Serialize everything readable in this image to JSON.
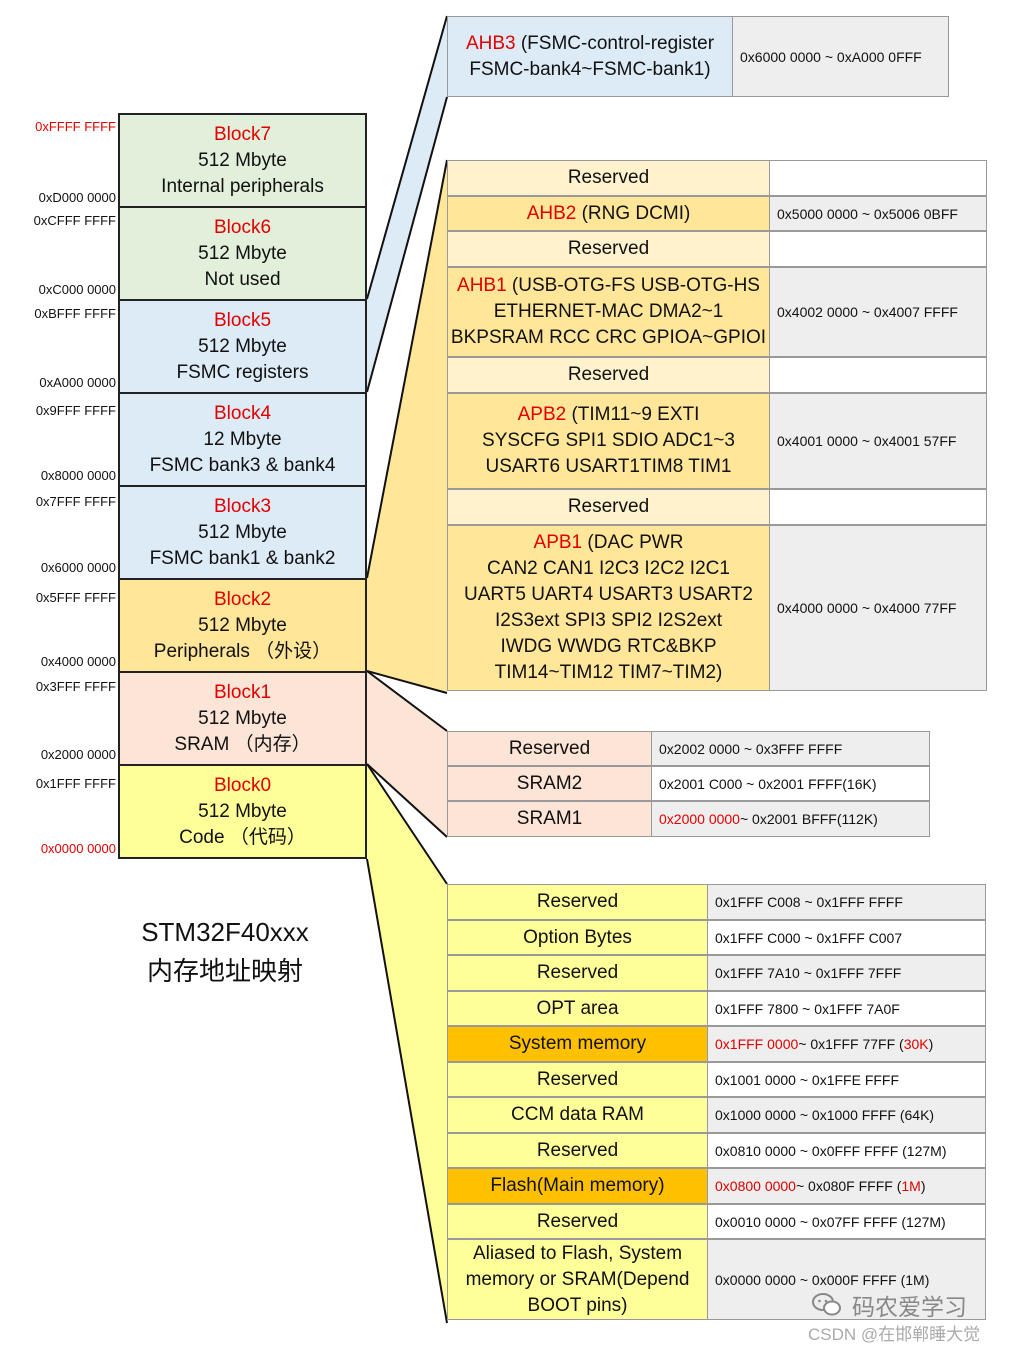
{
  "title": {
    "line1": "STM32F40xxx",
    "line2": "内存地址映射"
  },
  "blocks": [
    {
      "name": "Block7",
      "size": "512 Mbyte",
      "desc": "Internal peripherals",
      "color": "#e2efda"
    },
    {
      "name": "Block6",
      "size": "512 Mbyte",
      "desc": "Not used",
      "color": "#e2efda"
    },
    {
      "name": "Block5",
      "size": "512 Mbyte",
      "desc": "FSMC registers",
      "color": "#ddebf7"
    },
    {
      "name": "Block4",
      "size": "12 Mbyte",
      "desc": "FSMC bank3 & bank4",
      "color": "#ddebf7"
    },
    {
      "name": "Block3",
      "size": "512 Mbyte",
      "desc": "FSMC bank1 & bank2",
      "color": "#ddebf7"
    },
    {
      "name": "Block2",
      "size": "512 Mbyte",
      "desc": "Peripherals （外设）",
      "color": "#ffe699"
    },
    {
      "name": "Block1",
      "size": "512 Mbyte",
      "desc": "SRAM （内存）",
      "color": "#fce4d6"
    },
    {
      "name": "Block0",
      "size": "512 Mbyte",
      "desc": "Code （代码）",
      "color": "#ffff99"
    }
  ],
  "boundaries": [
    {
      "end": "0xFFFF FFFF",
      "end_red": true,
      "start": "0xD000 0000",
      "start_red": false
    },
    {
      "end": "0xCFFF FFFF",
      "end_red": false,
      "start": "0xC000 0000",
      "start_red": false
    },
    {
      "end": "0xBFFF FFFF",
      "end_red": false,
      "start": "0xA000 0000",
      "start_red": false
    },
    {
      "end": "0x9FFF FFFF",
      "end_red": false,
      "start": "0x8000 0000",
      "start_red": false
    },
    {
      "end": "0x7FFF FFFF",
      "end_red": false,
      "start": "0x6000 0000",
      "start_red": false
    },
    {
      "end": "0x5FFF FFFF",
      "end_red": false,
      "start": "0x4000 0000",
      "start_red": false
    },
    {
      "end": "0x3FFF FFFF",
      "end_red": false,
      "start": "0x2000 0000",
      "start_red": false
    },
    {
      "end": "0x1FFF FFFF",
      "end_red": false,
      "start": "0x0000 0000",
      "start_red": true
    }
  ],
  "ahb3": {
    "bus": "AHB3",
    "line1": " (FSMC-control-register",
    "line2": "FSMC-bank4~FSMC-bank1)",
    "address": "0x6000 0000 ~ 0xA000 0FFF"
  },
  "peripherals": [
    {
      "label": "Reserved",
      "address": ""
    },
    {
      "bus": "AHB2",
      "label": " (RNG DCMI)",
      "address": "0x5000 0000 ~ 0x5006 0BFF"
    },
    {
      "label": "Reserved",
      "address": ""
    },
    {
      "bus": "AHB1",
      "label": " (USB-OTG-FS USB-OTG-HS\nETHERNET-MAC DMA2~1\nBKPSRAM RCC CRC GPIOA~GPIOI",
      "address": "0x4002 0000 ~ 0x4007 FFFF"
    },
    {
      "label": "Reserved",
      "address": ""
    },
    {
      "bus": "APB2",
      "label": " (TIM11~9 EXTI\nSYSCFG SPI1 SDIO ADC1~3\nUSART6 USART1TIM8 TIM1",
      "address": "0x4001 0000 ~ 0x4001 57FF"
    },
    {
      "label": "Reserved",
      "address": ""
    },
    {
      "bus": "APB1",
      "label": "    (DAC PWR\nCAN2 CAN1 I2C3 I2C2 I2C1\nUART5 UART4 USART3 USART2\nI2S3ext SPI3 SPI2 I2S2ext\nIWDG WWDG RTC&BKP\nTIM14~TIM12 TIM7~TIM2)",
      "address": "0x4000 0000 ~ 0x4000 77FF"
    }
  ],
  "sram": [
    {
      "label": "Reserved",
      "address": "0x2002 0000 ~ 0x3FFF FFFF"
    },
    {
      "label": "SRAM2",
      "address": "0x2001 C000 ~ 0x2001 FFFF(16K)"
    },
    {
      "label": "SRAM1",
      "address_red": "0x2000 0000",
      "address": " ~ 0x2001 BFFF(112K)"
    }
  ],
  "code": [
    {
      "label": "Reserved",
      "address": "0x1FFF C008 ~ 0x1FFF FFFF"
    },
    {
      "label": "Option Bytes",
      "address": "0x1FFF C000 ~ 0x1FFF C007"
    },
    {
      "label": "Reserved",
      "address": "0x1FFF 7A10 ~ 0x1FFF 7FFF"
    },
    {
      "label": "OPT area",
      "address": "0x1FFF 7800 ~ 0x1FFF 7A0F"
    },
    {
      "label": "System memory",
      "address_red": "0x1FFF 0000",
      "address": " ~ 0x1FFF 77FF (",
      "size_red": "30K",
      "address_end": ")",
      "highlight": true
    },
    {
      "label": "Reserved",
      "address": "0x1001 0000 ~ 0x1FFE FFFF"
    },
    {
      "label": "CCM data RAM",
      "address": "0x1000 0000 ~ 0x1000 FFFF (64K)"
    },
    {
      "label": "Reserved",
      "address": "0x0810 0000 ~ 0x0FFF FFFF (127M)"
    },
    {
      "label": "Flash(Main memory)",
      "address_red": "0x0800 0000",
      "address": " ~ 0x080F FFFF (",
      "size_red": "1M",
      "address_end": ")",
      "highlight": true
    },
    {
      "label": "Reserved",
      "address": "0x0010 0000 ~ 0x07FF FFFF (127M)"
    },
    {
      "label": "Aliased to Flash, System\nmemory or SRAM(Depend\nBOOT pins)",
      "address": "0x0000 0000 ~ 0x000F FFFF (1M)"
    }
  ],
  "watermark": {
    "wechat": "码农爱学习",
    "csdn": "CSDN @在邯郸睡大觉"
  },
  "colors": {
    "red": "#e00000",
    "blue": "#ddebf7",
    "green": "#e2efda",
    "peripheral": "#ffe699",
    "sram": "#fce4d6",
    "code": "#ffff99",
    "highlight": "#ffc000",
    "grey": "#eeeeee"
  }
}
